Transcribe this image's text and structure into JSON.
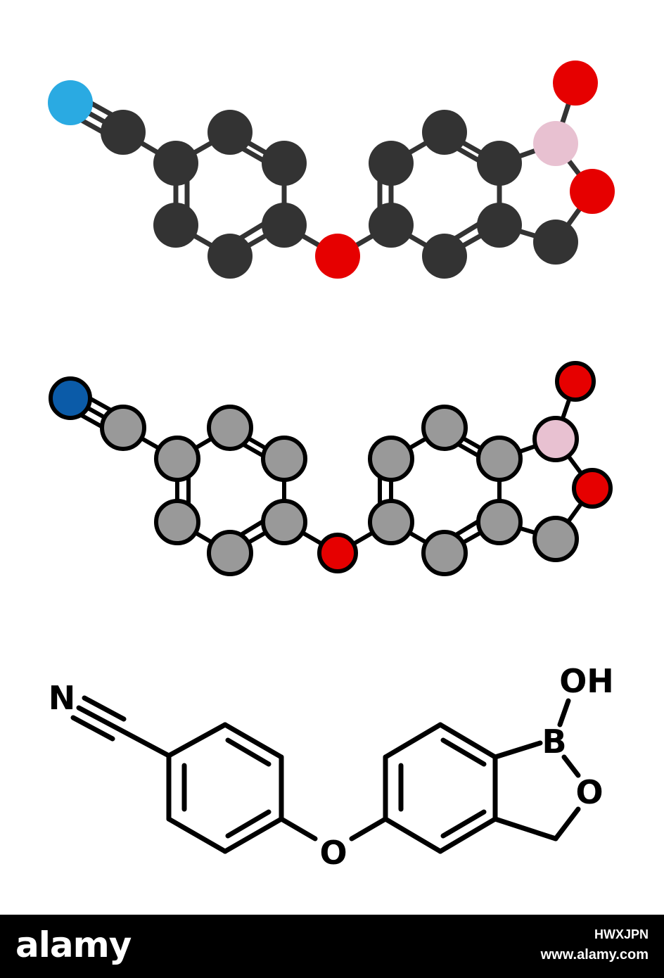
{
  "structure_labels": {
    "nitrogen": "N",
    "boron": "B",
    "hydroxyl": "OH",
    "ring_oxygen": "O",
    "ether_oxygen": "O"
  },
  "footer": {
    "brand": "alamy",
    "image_id": "HWXJPN",
    "site": "www.alamy.com"
  },
  "colors": {
    "carbon_dark": "#333333",
    "carbon_light": "#999999",
    "oxygen": "#e60000",
    "boron": "#e8c1d1",
    "nitrogen_light": "#2aaae2",
    "nitrogen_dark": "#0b5ba8",
    "bond_dark": "#333333",
    "bond_black": "#000000",
    "footer_bg": "#000000"
  }
}
